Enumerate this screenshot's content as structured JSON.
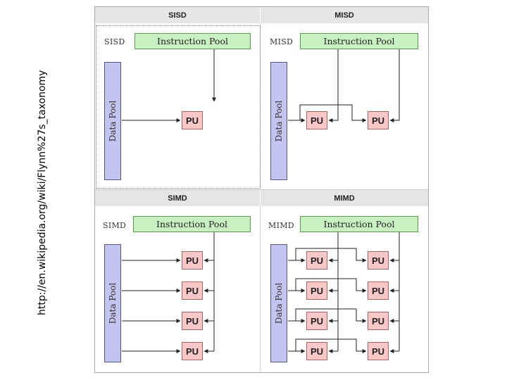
{
  "caption": "http://en.wikipedia.org/wiki/Flynn%27s_taxonomy",
  "headers": {
    "sisd": "SISD",
    "misd": "MISD",
    "simd": "SIMD",
    "mimd": "MIMD"
  },
  "panels": {
    "sisd": {
      "label": "SISD",
      "instruction_pool": "Instruction Pool",
      "data_pool": "Data Pool",
      "pu": "PU"
    },
    "misd": {
      "label": "MISD",
      "instruction_pool": "Instruction Pool",
      "data_pool": "Data Pool",
      "pu": "PU"
    },
    "simd": {
      "label": "SIMD",
      "instruction_pool": "Instruction Pool",
      "data_pool": "Data Pool",
      "pu": "PU"
    },
    "mimd": {
      "label": "MIMD",
      "instruction_pool": "Instruction Pool",
      "data_pool": "Data Pool",
      "pu": "PU"
    }
  },
  "colors": {
    "instruction_pool": "#c8f0c0",
    "data_pool": "#c4c4f0",
    "processing_unit": "#f8c8c8",
    "header_band": "#e6e6e6"
  }
}
